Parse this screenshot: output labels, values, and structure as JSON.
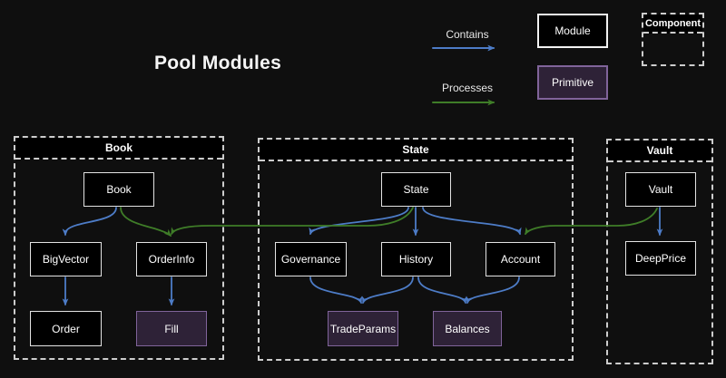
{
  "title": "Pool Modules",
  "legend": {
    "contains": "Contains",
    "processes": "Processes",
    "module": "Module",
    "primitive": "Primitive",
    "component": "Component"
  },
  "colors": {
    "background": "#0f0f0f",
    "module_fill": "#000000",
    "module_border": "#f2f2f2",
    "primitive_fill": "#2e2237",
    "primitive_border": "#80649a",
    "contains_edge": "#4d7cc7",
    "processes_edge": "#3f7d28",
    "cluster_border": "#cdcdcd",
    "text": "#ffffff"
  },
  "clusters": {
    "book": {
      "label": "Book",
      "nodes": {
        "book": "Book",
        "bigvector": "BigVector",
        "orderinfo": "OrderInfo",
        "order": "Order",
        "fill": "Fill"
      }
    },
    "state": {
      "label": "State",
      "nodes": {
        "state": "State",
        "governance": "Governance",
        "history": "History",
        "account": "Account",
        "tradeparams": "TradeParams",
        "balances": "Balances"
      }
    },
    "vault": {
      "label": "Vault",
      "nodes": {
        "vault": "Vault",
        "deepprice": "DeepPrice"
      }
    }
  },
  "edges": [
    {
      "from": "Book",
      "to": "BigVector",
      "type": "contains"
    },
    {
      "from": "BigVector",
      "to": "Order",
      "type": "contains"
    },
    {
      "from": "OrderInfo",
      "to": "Fill",
      "type": "contains"
    },
    {
      "from": "State",
      "to": "Governance",
      "type": "contains"
    },
    {
      "from": "State",
      "to": "History",
      "type": "contains"
    },
    {
      "from": "State",
      "to": "Account",
      "type": "contains"
    },
    {
      "from": "Governance",
      "to": "TradeParams",
      "type": "contains"
    },
    {
      "from": "History",
      "to": "TradeParams",
      "type": "contains"
    },
    {
      "from": "History",
      "to": "Balances",
      "type": "contains"
    },
    {
      "from": "Account",
      "to": "Balances",
      "type": "contains"
    },
    {
      "from": "Vault",
      "to": "DeepPrice",
      "type": "contains"
    },
    {
      "from": "State",
      "to": "OrderInfo",
      "type": "processes"
    },
    {
      "from": "Book",
      "to": "OrderInfo",
      "type": "processes"
    },
    {
      "from": "Vault",
      "to": "Account",
      "type": "processes"
    }
  ]
}
